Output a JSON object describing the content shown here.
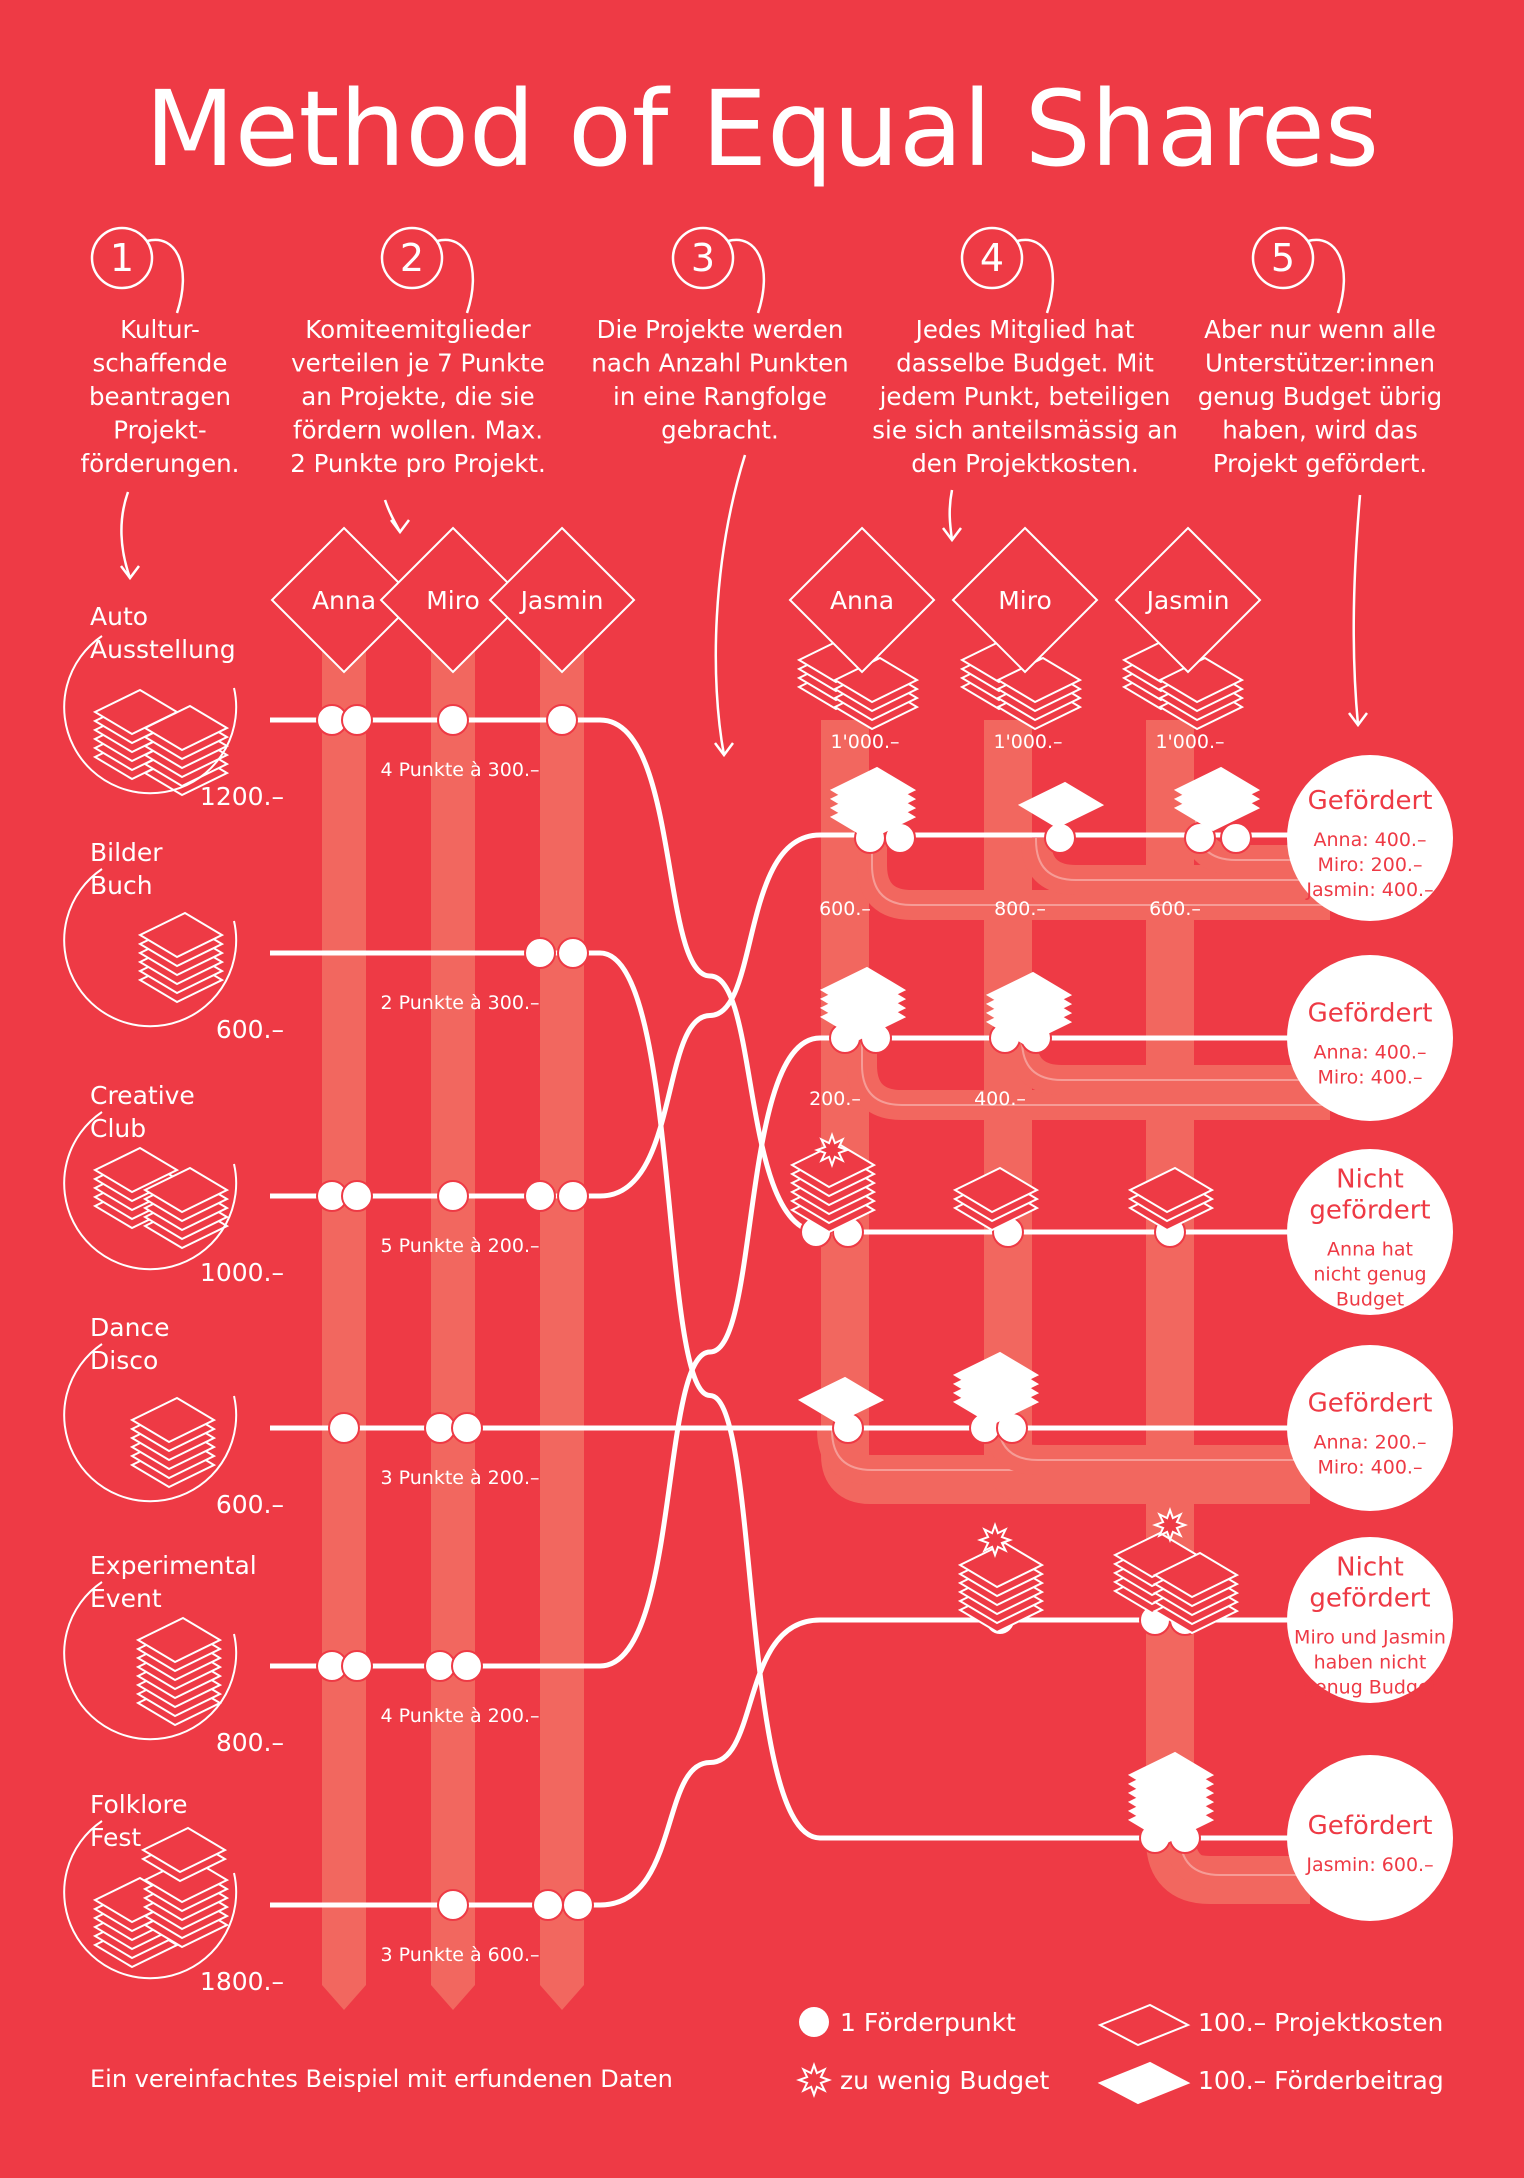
{
  "title": "Method of Equal Shares",
  "steps": [
    {
      "number": "1",
      "lines": [
        "Kultur-",
        "schaffende",
        "beantragen",
        "Projekt-",
        "förderungen."
      ]
    },
    {
      "number": "2",
      "lines": [
        "Komiteemitglieder",
        "verteilen je 7 Punkte",
        "an Projekte, die sie",
        "fördern wollen. Max.",
        "2 Punkte pro Projekt."
      ]
    },
    {
      "number": "3",
      "lines": [
        "Die Projekte werden",
        "nach Anzahl Punkten",
        "in eine Rangfolge",
        "gebracht."
      ]
    },
    {
      "number": "4",
      "lines": [
        "Jedes Mitglied hat",
        "dasselbe Budget. Mit",
        "jedem Punkt, beteiligen",
        "sie sich anteilsmässig an",
        "den Projektkosten."
      ]
    },
    {
      "number": "5",
      "lines": [
        "Aber nur wenn alle",
        "Unterstützer:innen",
        "genug Budget übrig",
        "haben, wird das",
        "Projekt gefördert."
      ]
    }
  ],
  "members": [
    "Anna",
    "Miro",
    "Jasmin"
  ],
  "projects": [
    {
      "name_lines": [
        "Auto",
        "Ausstellung"
      ],
      "cost": "1200.–",
      "points_label": "4 Punkte à 300.–"
    },
    {
      "name_lines": [
        "Bilder",
        "Buch"
      ],
      "cost": "600.–",
      "points_label": "2 Punkte à 300.–"
    },
    {
      "name_lines": [
        "Creative",
        "Club"
      ],
      "cost": "1000.–",
      "points_label": "5 Punkte à 200.–"
    },
    {
      "name_lines": [
        "Dance",
        "Disco"
      ],
      "cost": "600.–",
      "points_label": "3 Punkte à 200.–"
    },
    {
      "name_lines": [
        "Experimental",
        "Event"
      ],
      "cost": "800.–",
      "points_label": "4 Punkte à 200.–"
    },
    {
      "name_lines": [
        "Folklore",
        "Fest"
      ],
      "cost": "1800.–",
      "points_label": "3 Punkte à 600.–"
    }
  ],
  "budgets": [
    "1'000.–",
    "1'000.–",
    "1'000.–"
  ],
  "remaining": {
    "after_first": [
      "600.–",
      "800.–",
      "600.–"
    ],
    "after_second": [
      "200.–",
      "400.–"
    ]
  },
  "results": [
    {
      "title_lines": [
        "Gefördert"
      ],
      "detail_lines": [
        "Anna: 400.–",
        "Miro: 200.–",
        "Jasmin: 400.–"
      ]
    },
    {
      "title_lines": [
        "Gefördert"
      ],
      "detail_lines": [
        "Anna: 400.–",
        "Miro: 400.–"
      ]
    },
    {
      "title_lines": [
        "Nicht",
        "gefördert"
      ],
      "detail_lines": [
        "Anna hat",
        "nicht genug",
        "Budget"
      ]
    },
    {
      "title_lines": [
        "Gefördert"
      ],
      "detail_lines": [
        "Anna: 200.–",
        "Miro: 400.–"
      ]
    },
    {
      "title_lines": [
        "Nicht",
        "gefördert"
      ],
      "detail_lines": [
        "Miro und Jasmin",
        "haben nicht",
        "genug Budget"
      ]
    },
    {
      "title_lines": [
        "Gefördert"
      ],
      "detail_lines": [
        "Jasmin: 600.–"
      ]
    }
  ],
  "legend": {
    "point": "1 Förderpunkt",
    "low_budget": "zu wenig Budget",
    "cost": "100.– Projektkosten",
    "contribution": "100.– Förderbeitrag"
  },
  "footnote": "Ein vereinfachtes Beispiel mit erfundenen Daten",
  "colors": {
    "background": "#ee3a45",
    "track": "#f2675f",
    "foreground": "#ffffff"
  }
}
